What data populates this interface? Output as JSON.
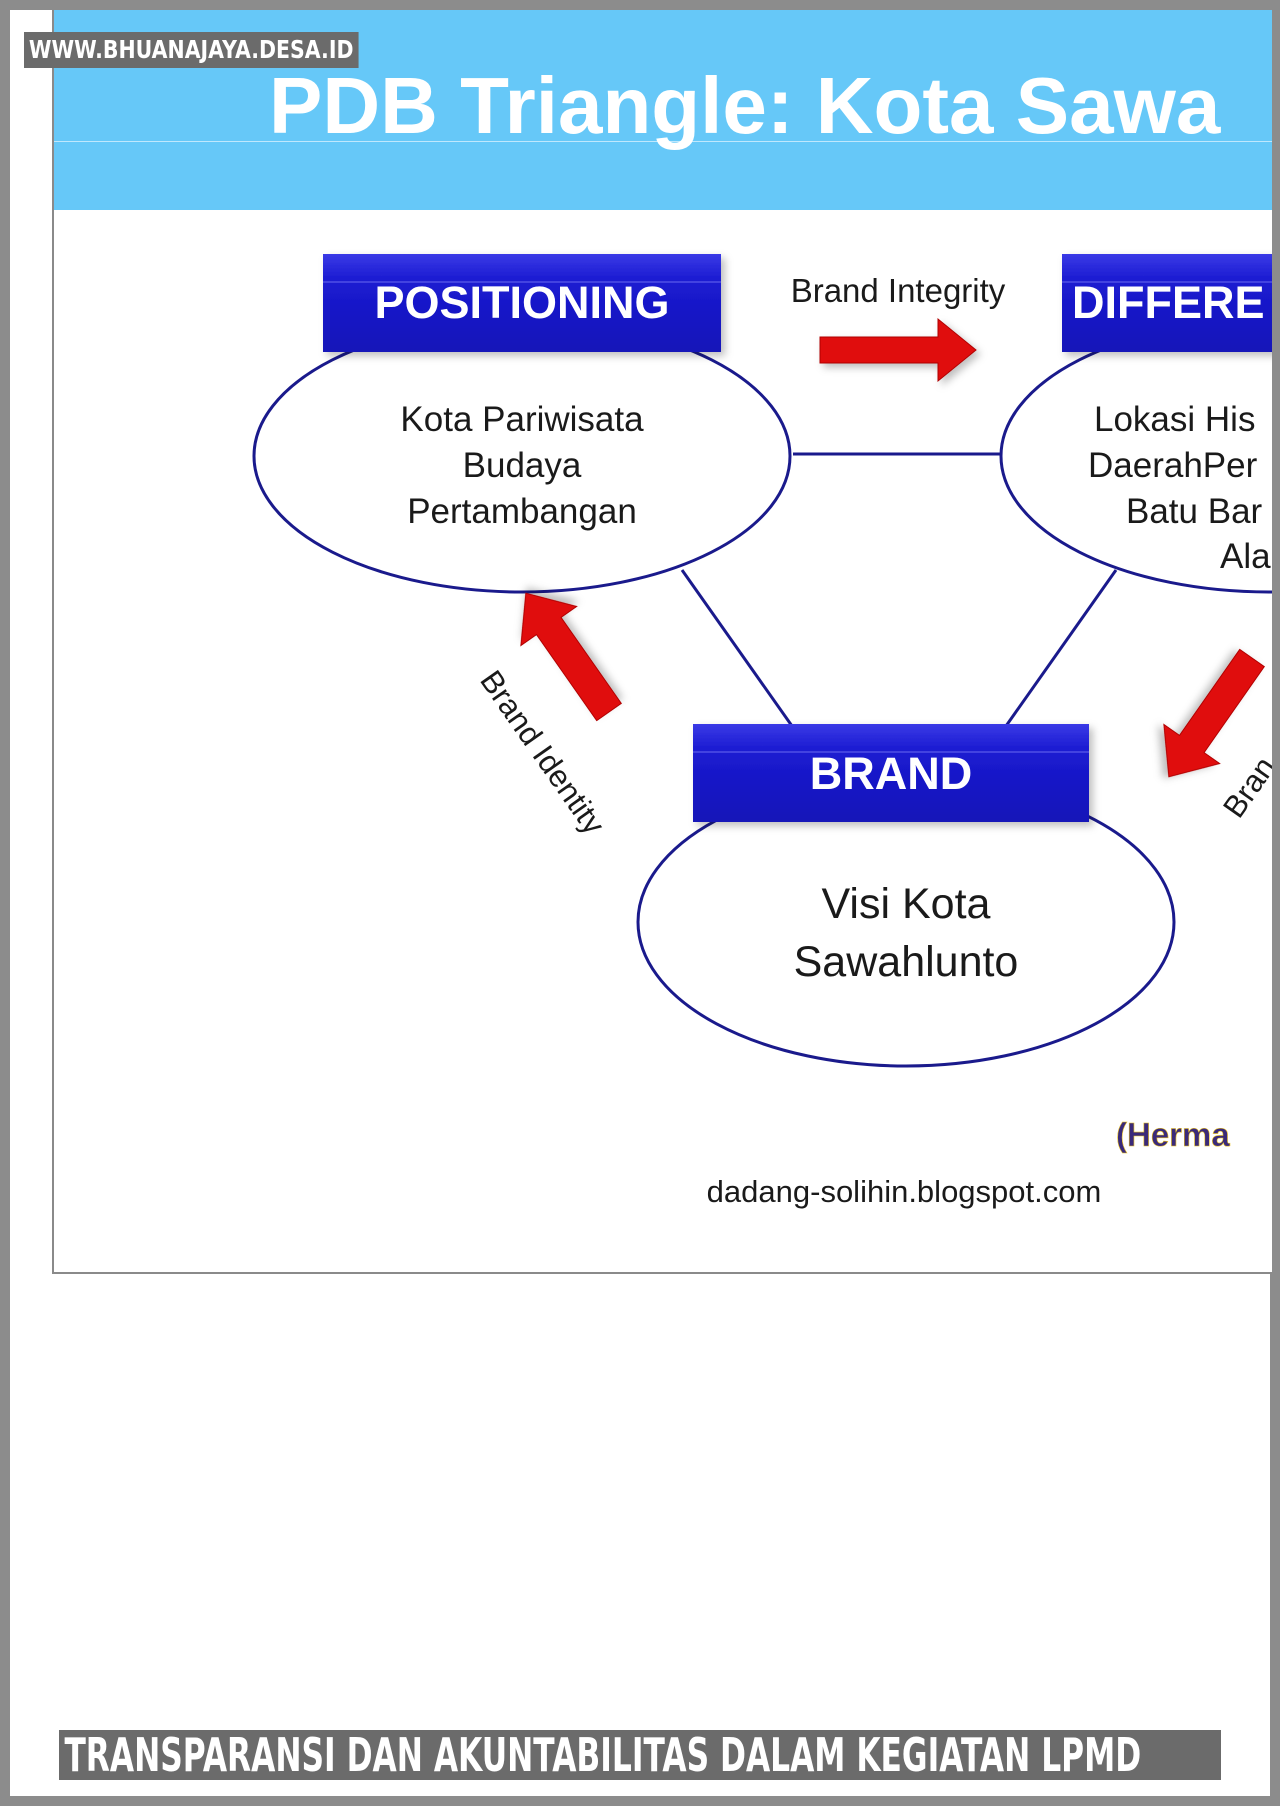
{
  "watermark": "WWW.BHUANAJAYA.DESA.ID",
  "slide": {
    "title": "PDB Triangle: Kota Sawa",
    "positioning": {
      "header": "POSITIONING",
      "lines": [
        "Kota Pariwisata",
        "Budaya",
        "Pertambangan"
      ]
    },
    "differentiation": {
      "header": "DIFFERE",
      "lines": [
        "Lokasi His",
        "DaerahPer",
        "Batu Bar",
        "Ala"
      ]
    },
    "brand": {
      "header": "BRAND",
      "lines": [
        "Visi Kota",
        "Sawahlunto"
      ]
    },
    "arrows": {
      "top": "Brand Integrity",
      "left": "Brand Identity",
      "right": "Bran"
    },
    "credit": "(Herma",
    "source": "dadang-solihin.blogspot.com"
  },
  "caption": "TRANSPARANSI DAN AKUNTABILITAS DALAM KEGIATAN LPMD",
  "colors": {
    "title_bar": "#66c8f8",
    "header_box": "#1d1dd0",
    "outline": "#1a1a8c",
    "arrow": "#e01010",
    "credit": "#3a2a7a"
  }
}
